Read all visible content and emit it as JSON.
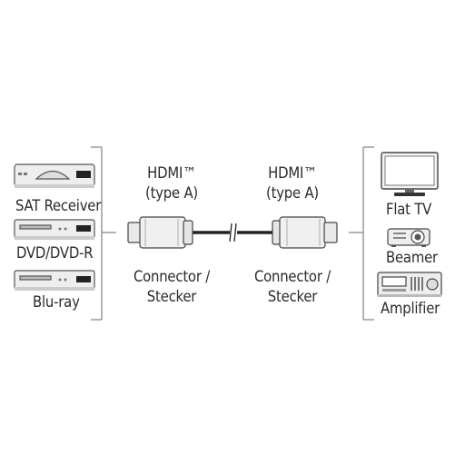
{
  "left_devices": {
    "items": [
      {
        "label": "SAT Receiver",
        "icon": "sat-receiver-icon"
      },
      {
        "label": "DVD/DVD-R",
        "icon": "dvd-player-icon"
      },
      {
        "label": "Blu-ray",
        "icon": "bluray-player-icon"
      }
    ]
  },
  "right_devices": {
    "items": [
      {
        "label": "Flat TV",
        "icon": "flat-tv-icon"
      },
      {
        "label": "Beamer",
        "icon": "projector-icon"
      },
      {
        "label": "Amplifier",
        "icon": "amplifier-icon"
      }
    ]
  },
  "cable": {
    "left_plug": {
      "title": "HDMI™",
      "type": "(type A)",
      "caption_1": "Connector /",
      "caption_2": "Stecker"
    },
    "right_plug": {
      "title": "HDMI™",
      "type": "(type A)",
      "caption_1": "Connector /",
      "caption_2": "Stecker"
    },
    "icon": "hdmi-cable-icon"
  },
  "colors": {
    "line": "#8a8a8a",
    "icon_stroke": "#555555",
    "icon_fill": "#eeeeee",
    "dark": "#222222"
  }
}
